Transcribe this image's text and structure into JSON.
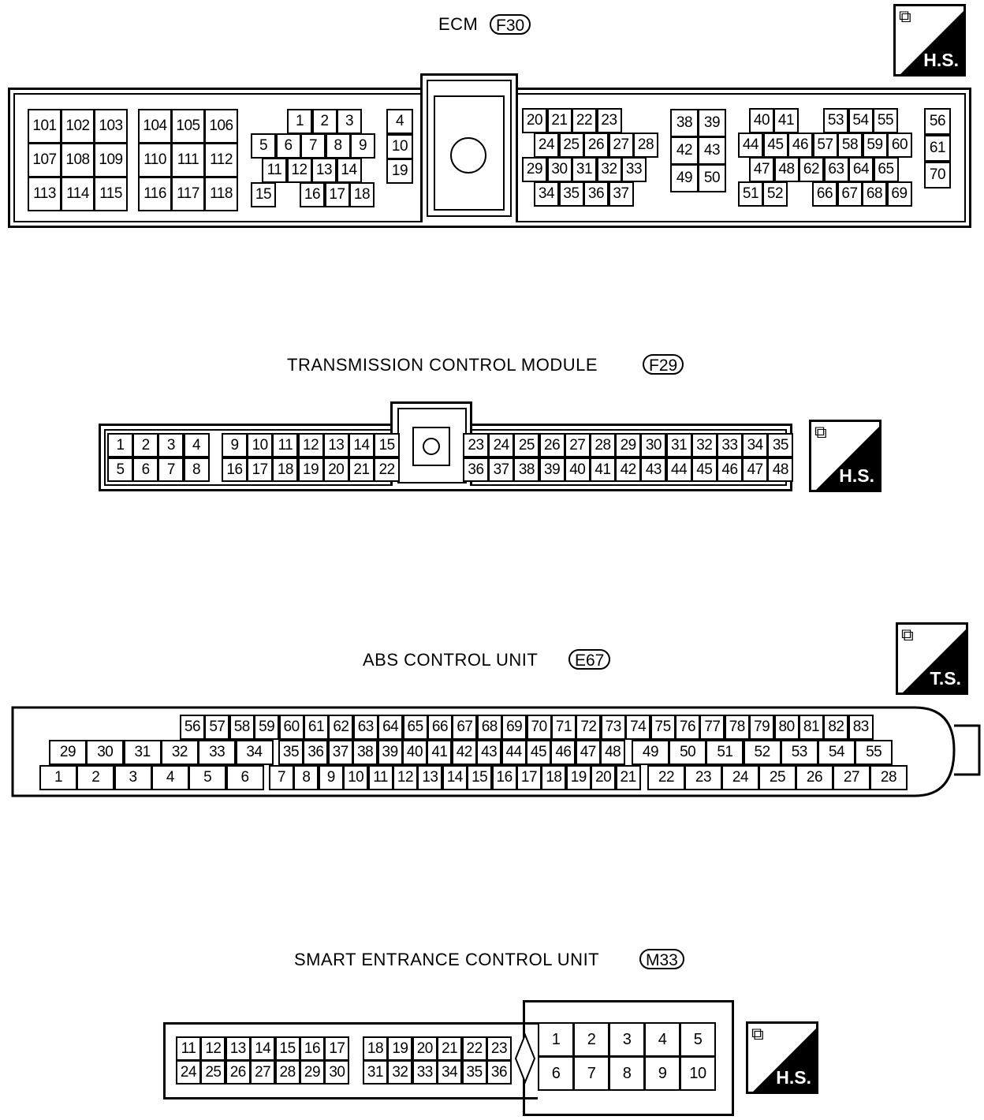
{
  "badge_icon": "connector-icon",
  "connectors": [
    {
      "id": "ecm",
      "title": "ECM",
      "code": "F30",
      "badge": "H.S.",
      "pins": [
        [
          "101",
          "102",
          "103",
          "107",
          "108",
          "109",
          "113",
          "114",
          "115"
        ],
        [
          "104",
          "105",
          "106",
          "110",
          "111",
          "112",
          "116",
          "117",
          "118"
        ],
        [
          "1",
          "2",
          "3",
          "5",
          "6",
          "7",
          "8",
          "9",
          "11",
          "12",
          "13",
          "14",
          "15",
          "16",
          "17",
          "18"
        ],
        [
          "4",
          "10",
          "19"
        ],
        [
          "20",
          "21",
          "22",
          "23",
          "24",
          "25",
          "26",
          "27",
          "28",
          "29",
          "30",
          "31",
          "32",
          "33",
          "34",
          "35",
          "36",
          "37"
        ],
        [
          "38",
          "39",
          "42",
          "43",
          "49",
          "50"
        ],
        [
          "40",
          "41",
          "53",
          "54",
          "55",
          "44",
          "45",
          "46",
          "57",
          "58",
          "59",
          "60",
          "47",
          "48",
          "62",
          "63",
          "64",
          "65",
          "51",
          "52",
          "66",
          "67",
          "68",
          "69"
        ],
        [
          "56",
          "61",
          "70"
        ]
      ]
    },
    {
      "id": "tcm",
      "title": "TRANSMISSION CONTROL MODULE",
      "code": "F29",
      "badge": "H.S.",
      "pins": [
        [
          "1",
          "2",
          "3",
          "4",
          "5",
          "6",
          "7",
          "8"
        ],
        [
          "9",
          "10",
          "11",
          "12",
          "13",
          "14",
          "15",
          "16",
          "17",
          "18",
          "19",
          "20",
          "21",
          "22"
        ],
        [
          "23",
          "24",
          "25",
          "26",
          "27",
          "28",
          "29",
          "30",
          "31",
          "32",
          "33",
          "34",
          "35"
        ],
        [
          "36",
          "37",
          "38",
          "39",
          "40",
          "41",
          "42",
          "43",
          "44",
          "45",
          "46",
          "47",
          "48"
        ]
      ]
    },
    {
      "id": "abs",
      "title": "ABS CONTROL UNIT",
      "code": "E67",
      "badge": "T.S.",
      "pins": [
        [
          "56",
          "57",
          "58",
          "59",
          "60",
          "61",
          "62",
          "63",
          "64",
          "65",
          "66",
          "67",
          "68",
          "69",
          "70",
          "71",
          "72",
          "73",
          "74",
          "75",
          "76",
          "77",
          "78",
          "79",
          "80",
          "81",
          "82",
          "83"
        ],
        [
          "29",
          "30",
          "31",
          "32",
          "33",
          "34"
        ],
        [
          "35",
          "36",
          "37",
          "38",
          "39",
          "40",
          "41",
          "42",
          "43",
          "44",
          "45",
          "46",
          "47",
          "48"
        ],
        [
          "49",
          "50",
          "51",
          "52",
          "53",
          "54",
          "55"
        ],
        [
          "1",
          "2",
          "3",
          "4",
          "5",
          "6"
        ],
        [
          "7",
          "8",
          "9",
          "10",
          "11",
          "12",
          "13",
          "14",
          "15",
          "16",
          "17",
          "18",
          "19",
          "20",
          "21"
        ],
        [
          "22",
          "23",
          "24",
          "25",
          "26",
          "27",
          "28"
        ]
      ]
    },
    {
      "id": "sec",
      "title": "SMART ENTRANCE CONTROL UNIT",
      "code": "M33",
      "badge": "H.S.",
      "pins": [
        [
          "11",
          "12",
          "13",
          "14",
          "15",
          "16",
          "17"
        ],
        [
          "18",
          "19",
          "20",
          "21",
          "22",
          "23"
        ],
        [
          "24",
          "25",
          "26",
          "27",
          "28",
          "29",
          "30"
        ],
        [
          "31",
          "32",
          "33",
          "34",
          "35",
          "36"
        ],
        [
          "1",
          "2",
          "3",
          "4",
          "5"
        ],
        [
          "6",
          "7",
          "8",
          "9",
          "10"
        ]
      ]
    }
  ]
}
